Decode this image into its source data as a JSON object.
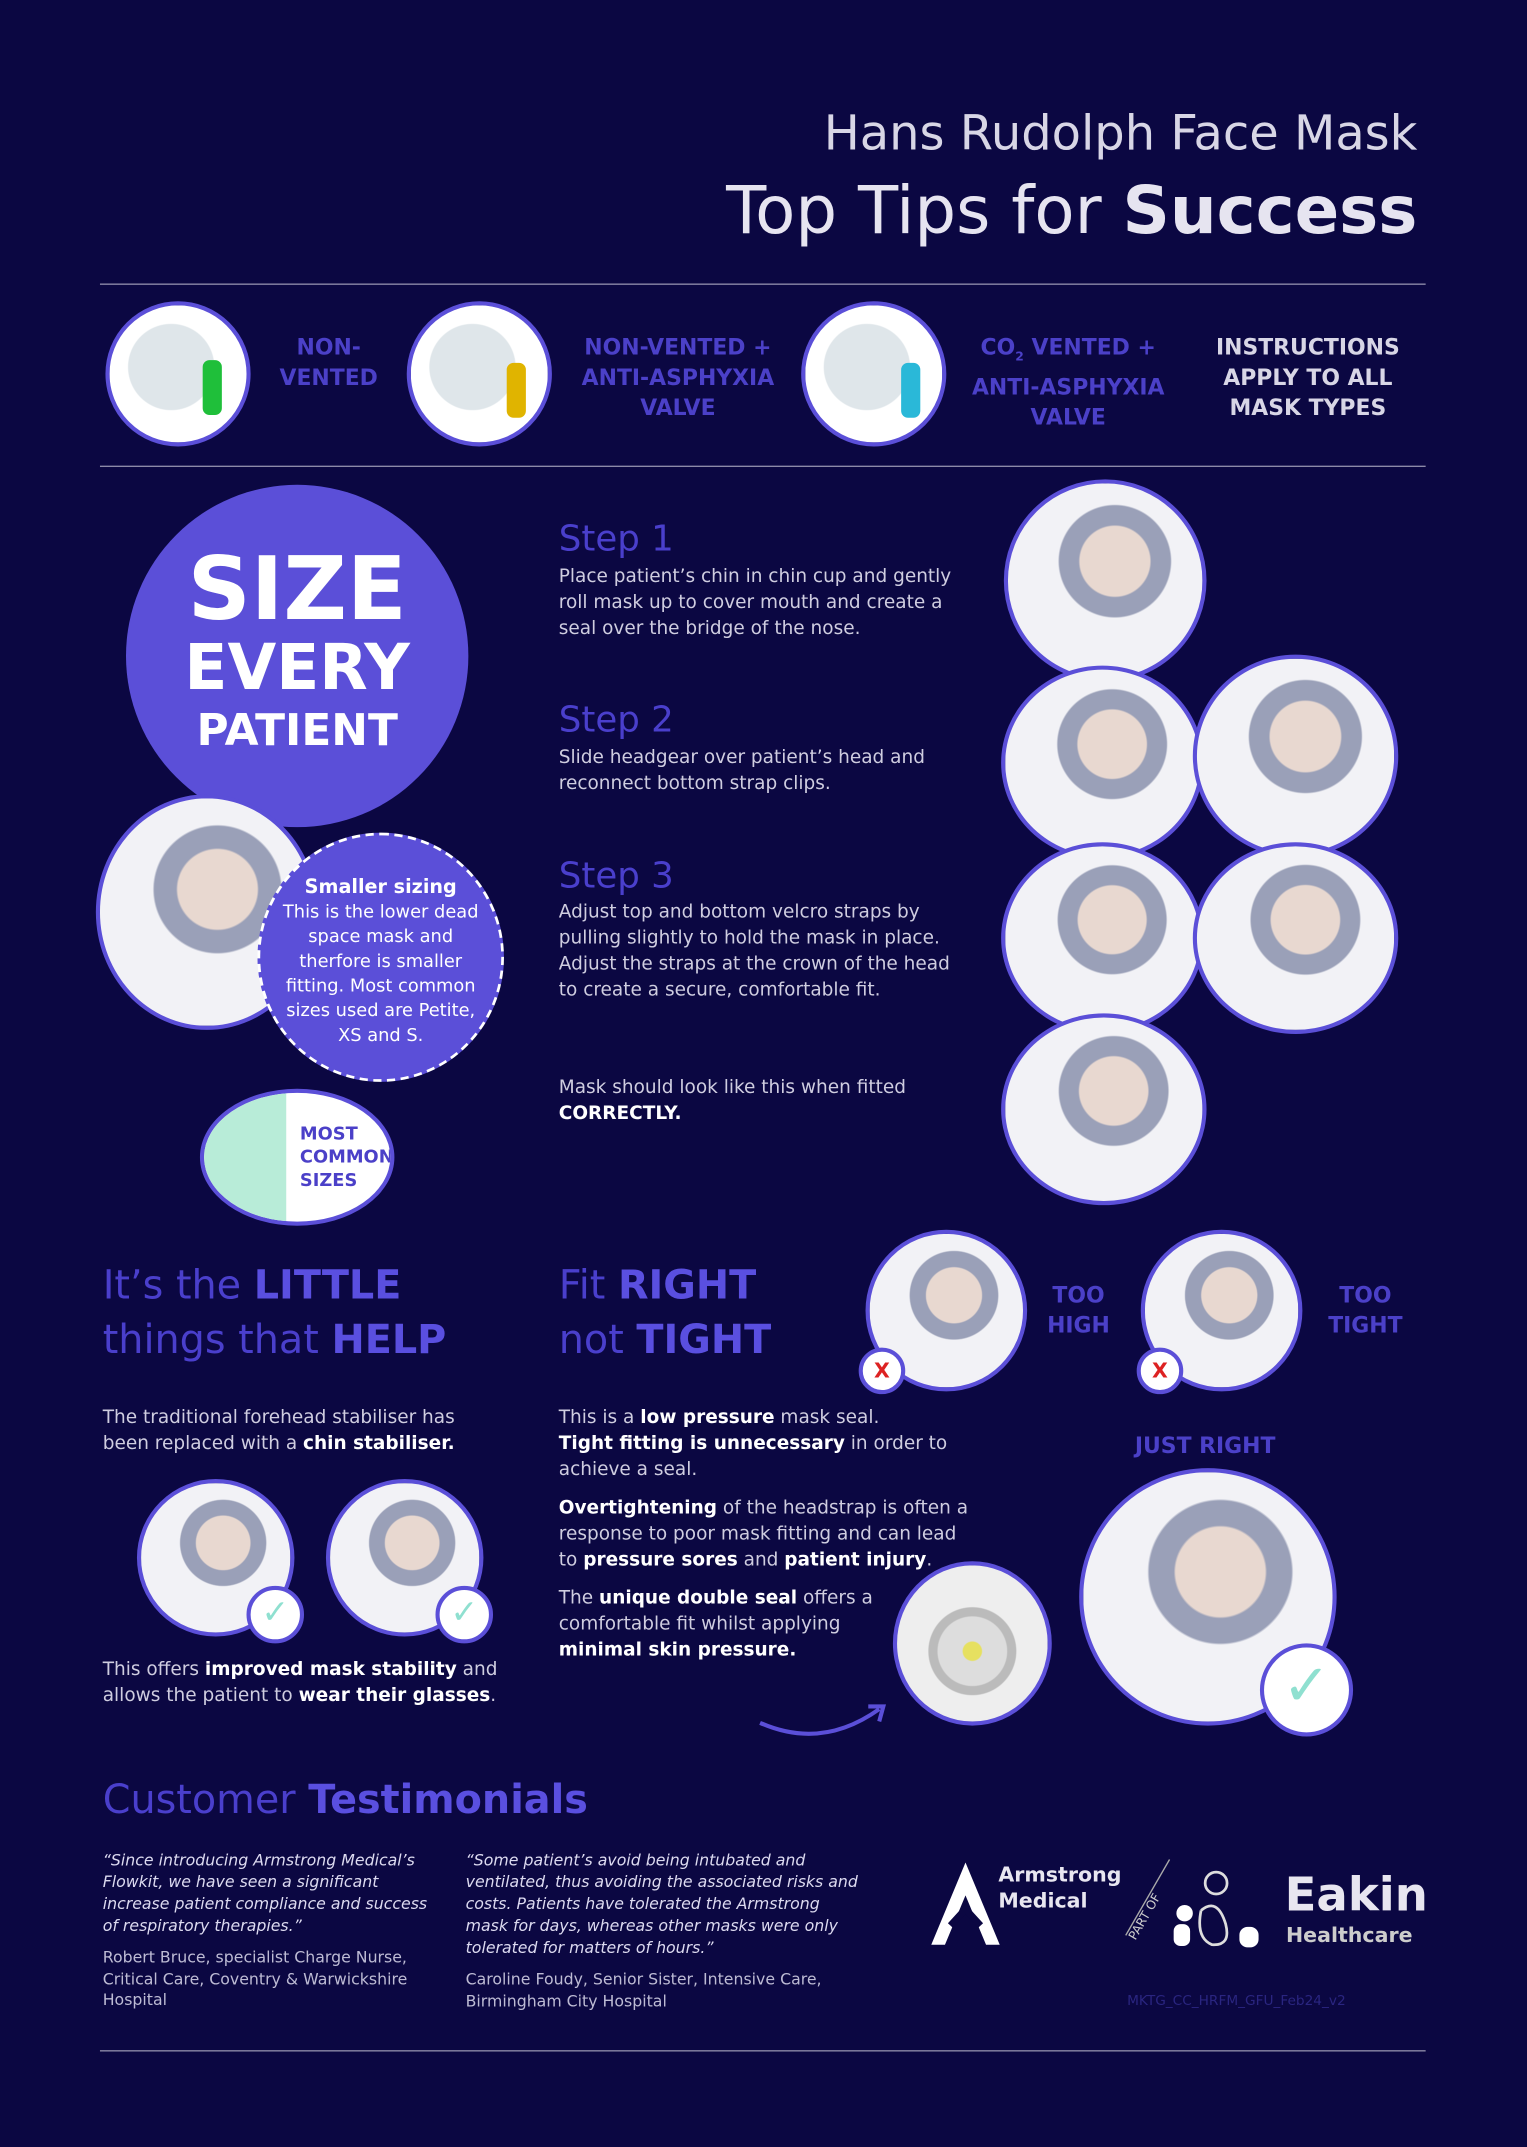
{
  "header": {
    "title": "Hans Rudolph Face Mask",
    "subtitle_prefix": "Top Tips for ",
    "subtitle_bold": "Success"
  },
  "mask_types": [
    {
      "label": "NON-\nVENTED",
      "valve_color": "#1fbf3a"
    },
    {
      "label": "NON-VENTED +\nANTI-ASPHYXIA\nVALVE",
      "valve_color": "#e0b400"
    },
    {
      "label_pre": "CO",
      "label_sub": "2",
      "label_post": " VENTED +\nANTI-ASPHYXIA\nVALVE",
      "valve_color": "#2ab8d8"
    }
  ],
  "instructions_note": "INSTRUCTIONS\nAPPLY TO ALL\nMASK TYPES",
  "size_badge": {
    "line1": "SIZE",
    "line2": "EVERY",
    "line3": "PATIENT"
  },
  "smaller_sizing": {
    "title": "Smaller sizing",
    "text": "This is the lower dead space mask and therfore is smaller fitting. Most common sizes used are Petite, XS and S."
  },
  "common_sizes": "MOST\nCOMMON\nSIZES",
  "steps": [
    {
      "title": "Step 1",
      "text": "Place patient’s chin in chin cup and gently roll mask up to cover mouth and create a seal over the bridge of the nose."
    },
    {
      "title": "Step 2",
      "text": "Slide headgear over patient’s head and reconnect bottom strap clips."
    },
    {
      "title": "Step 3",
      "text": "Adjust top and bottom velcro straps by pulling slightly to hold the mask in place. Adjust the straps at the crown of the head to create a secure, comfortable fit."
    }
  ],
  "fitted_note": {
    "text": "Mask should look like this when fitted",
    "bold": "CORRECTLY."
  },
  "little_things": {
    "h1a": "It’s the ",
    "h1b": "LITTLE",
    "h2a": "things that ",
    "h2b": "HELP",
    "p1a": "The traditional forehead stabiliser has been replaced with a ",
    "p1b": "chin stabiliser.",
    "p2a": "This offers ",
    "p2b": "improved mask stability",
    "p2c": " and allows the patient to ",
    "p2d": "wear their glasses",
    "p2e": "."
  },
  "fit_right": {
    "h1a": "Fit ",
    "h1b": "RIGHT",
    "h2a": "not ",
    "h2b": "TIGHT",
    "too_high": "TOO\nHIGH",
    "too_tight": "TOO\nTIGHT",
    "just_right": "JUST RIGHT",
    "x_mark": "X",
    "check_mark": "✓",
    "p1a": "This is a ",
    "p1b": "low pressure",
    "p1c": " mask seal.",
    "p1d": "Tight fitting is unnecessary",
    "p1e": " in order to achieve a seal.",
    "p2a": "Overtightening",
    "p2b": " of the headstrap is often a response to poor mask fitting and can lead to ",
    "p2c": "pressure sores",
    "p2d": " and ",
    "p2e": "patient injury",
    "p2f": ".",
    "p3a": "The ",
    "p3b": "unique double seal",
    "p3c": " offers a comfortable fit whilst applying ",
    "p3d": "minimal skin pressure."
  },
  "testimonials": {
    "title_a": "Customer ",
    "title_b": "Testimonials",
    "items": [
      {
        "quote": "“Since introducing Armstrong Medical’s Flowkit, we have seen a significant increase patient compliance and success of respiratory therapies.”",
        "author": "Robert Bruce, specialist Charge Nurse, Critical Care, Coventry & Warwickshire Hospital"
      },
      {
        "quote": "“Some patient’s avoid being intubated and ventilated, thus avoiding the associated risks and costs. Patients have tolerated the Armstrong mask for days, whereas other masks were only tolerated for matters of hours.”",
        "author": "Caroline Foudy, Senior Sister, Intensive Care, Birmingham City Hospital"
      }
    ]
  },
  "logos": {
    "armstrong": "Armstrong\nMedical",
    "part_of": "PART OF",
    "eakin": "Eakin",
    "eakin_sub": "Healthcare"
  },
  "doc_code": "MKTG_CC_HRFM_GFU_Feb24_v2",
  "colors": {
    "background": "#0b0742",
    "accent": "#5b4fd8",
    "heading": "#4a3fcc"
  }
}
